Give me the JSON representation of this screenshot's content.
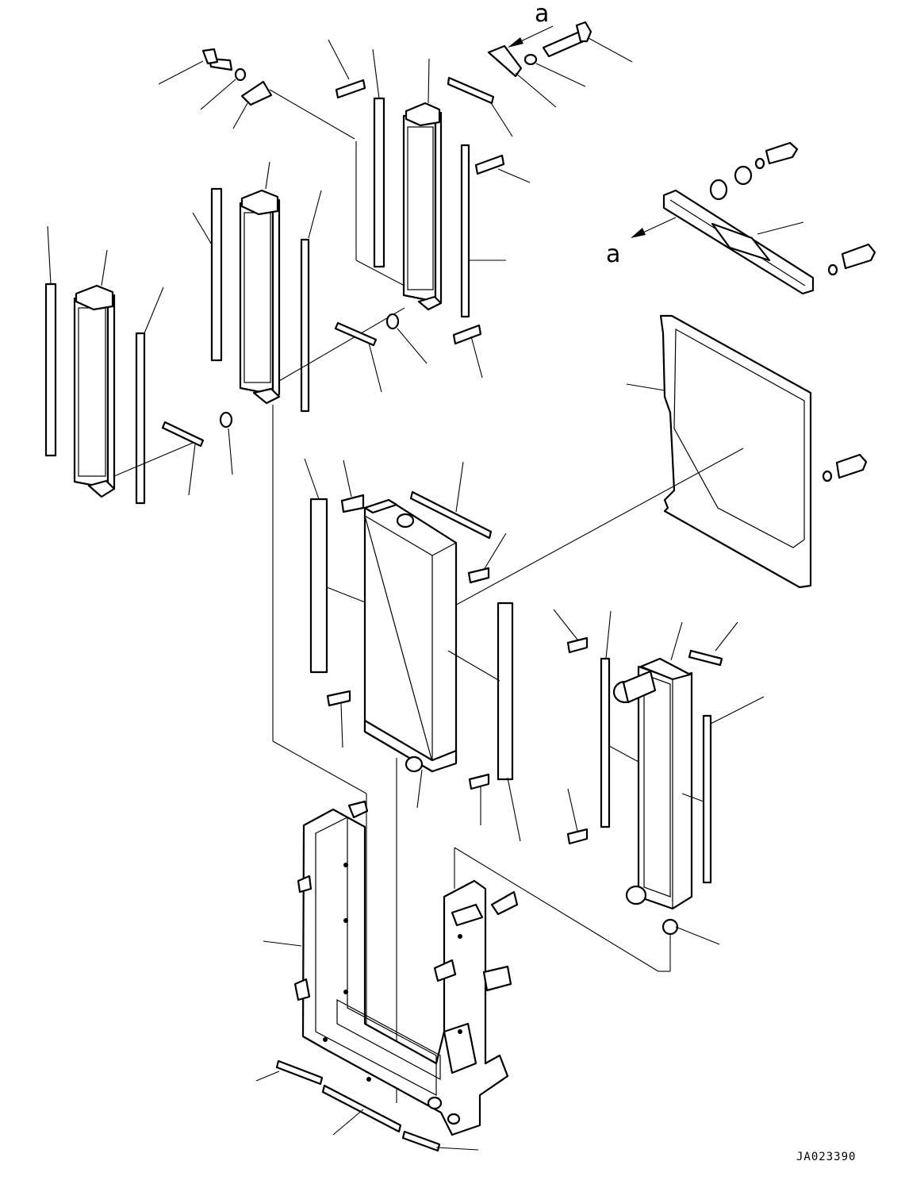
{
  "view_labels": {
    "top": "a",
    "side": "a"
  },
  "drawing_code": "JA023390"
}
